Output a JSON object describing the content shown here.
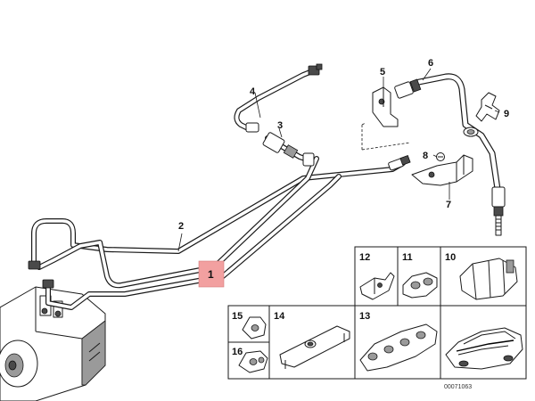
{
  "diagram": {
    "callouts": {
      "c1": "1",
      "c2": "2",
      "c3": "3",
      "c4": "4",
      "c5": "5",
      "c6": "6",
      "c7": "7",
      "c8": "8",
      "c9": "9",
      "c10": "10",
      "c11": "11",
      "c12": "12",
      "c13": "13",
      "c14": "14",
      "c15": "15",
      "c16": "16"
    },
    "reference_code": "00071063",
    "highlight_color": "#f2a0a0"
  }
}
